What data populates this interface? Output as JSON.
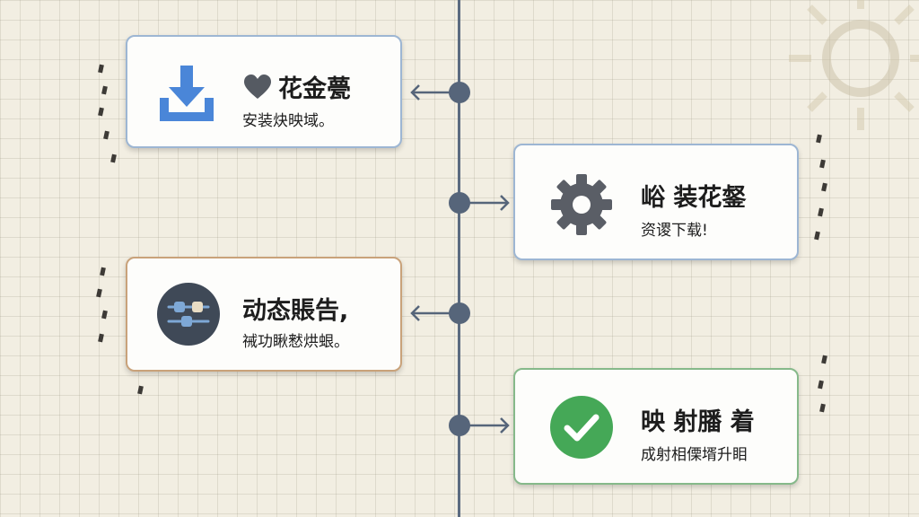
{
  "steps": [
    {
      "title": "花金甍",
      "description": "安装炔映域。",
      "icon": "download-icon",
      "has_heart": true,
      "color": "#9db6d3"
    },
    {
      "title": "峪 装花錖",
      "description": "资谡下载!",
      "icon": "gear-icon",
      "has_heart": false,
      "color": "#9db6d3"
    },
    {
      "title": "动态賬告,",
      "description": "祴功瞅慭烘蛝。",
      "icon": "sliders-icon",
      "has_heart": false,
      "color": "#c9a27a"
    },
    {
      "title": "映 射膰 着",
      "description": "成射相傈壻升䀠",
      "icon": "check-circle-icon",
      "has_heart": false,
      "color": "#86b98a"
    }
  ],
  "colors": {
    "timeline": "#5b6b80",
    "download_icon": "#4a86d8",
    "gear_icon": "#5a5e66",
    "check_icon": "#45a857",
    "sliders_bg": "#3f4957"
  }
}
